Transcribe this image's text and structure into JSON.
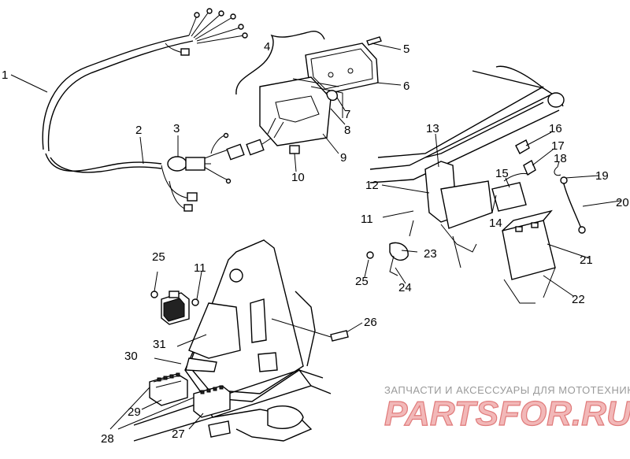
{
  "callouts": [
    "1",
    "2",
    "3",
    "4",
    "5",
    "6",
    "7",
    "8",
    "9",
    "10",
    "11",
    "12",
    "13",
    "14",
    "15",
    "16",
    "17",
    "18",
    "19",
    "20",
    "21",
    "22",
    "23",
    "24",
    "25",
    "26",
    "27",
    "28",
    "29",
    "30",
    "31"
  ],
  "callouts_lower": [
    "25",
    "11"
  ],
  "watermark": {
    "caption": "ЗАПЧАСТИ И АКСЕССУАРЫ ДЛЯ МОТОТЕХНИКИ",
    "brand": "PARTSFOR.RU",
    "brand_color": "#e07a7a"
  }
}
